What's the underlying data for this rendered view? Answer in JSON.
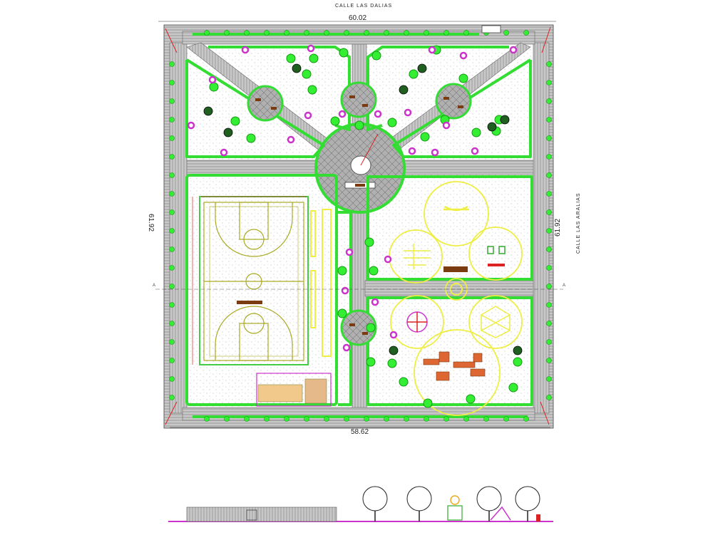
{
  "streets": {
    "top": "CALLE  LAS  DALIAS",
    "right": "CALLE  LAS  ARALIAS"
  },
  "dimensions": {
    "top": "60.02",
    "bottom": "58.62",
    "left": "61.92",
    "right": "61.92"
  },
  "section_markers": {
    "left": "A",
    "right": "A"
  },
  "colors": {
    "hedge": "#33dd33",
    "paving_dark": "#555555",
    "paving_light": "#bbbbbb",
    "court_lines": "#aaaa22",
    "play_circle": "#eeee44",
    "flower": "#cc33cc",
    "accent_red": "#dd2222",
    "wood": "#7a3b10"
  }
}
